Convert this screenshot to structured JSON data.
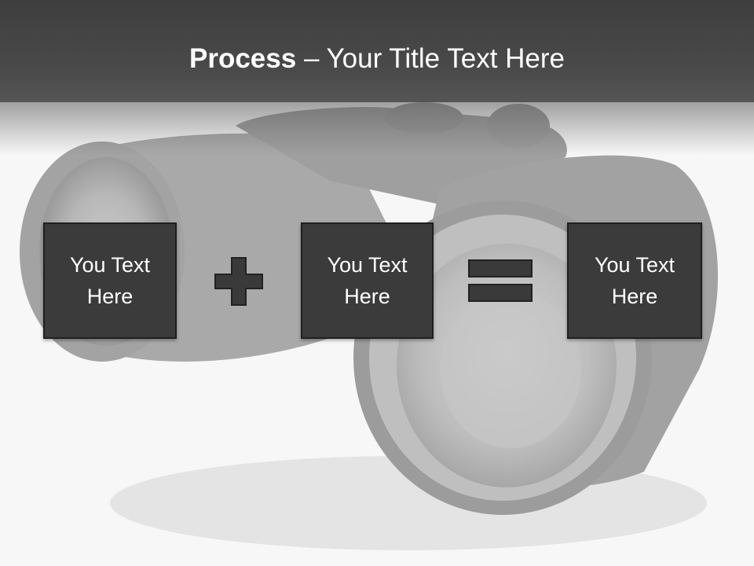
{
  "title": {
    "bold": "Process",
    "rest": " – Your Title Text Here"
  },
  "boxes": [
    {
      "text": "You Text Here"
    },
    {
      "text": "You Text Here"
    },
    {
      "text": "You Text Here"
    }
  ],
  "operators": [
    "plus-icon",
    "equals-icon"
  ],
  "colors": {
    "header": "#444444",
    "box": "#3b3b3b",
    "operator": "#3a3a3a",
    "background": "#f7f7f7"
  }
}
